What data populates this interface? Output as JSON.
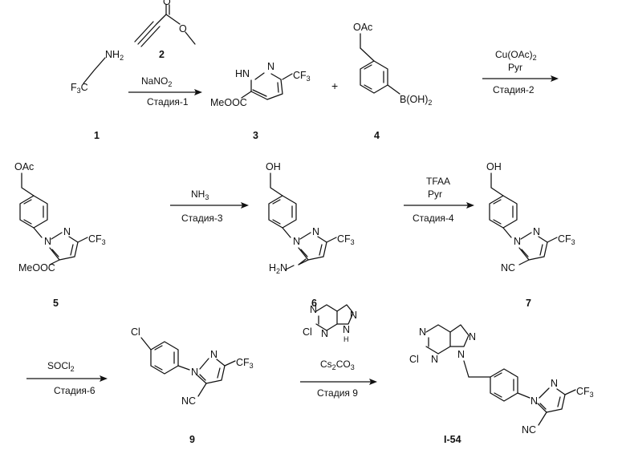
{
  "compounds": [
    {
      "id": "1",
      "label": "1"
    },
    {
      "id": "2",
      "label": "2"
    },
    {
      "id": "3",
      "label": "3"
    },
    {
      "id": "4",
      "label": "4"
    },
    {
      "id": "5",
      "label": "5"
    },
    {
      "id": "6",
      "label": "6"
    },
    {
      "id": "7",
      "label": "7"
    },
    {
      "id": "9",
      "label": "9"
    },
    {
      "id": "I-54",
      "label": "I-54"
    }
  ],
  "plus": "+",
  "atoms": {
    "nh2": "NH",
    "two": "2",
    "f3c": "F",
    "three": "3",
    "c": "C",
    "cf3_c": "CF",
    "hn": "HN",
    "n": "N",
    "meooc": "MeOOC",
    "oac": "OAc",
    "b_oh": "B(OH)",
    "oh": "OH",
    "h2n": "H",
    "n2": "N",
    "nc": "NC",
    "cl": "Cl",
    "h": "H",
    "o": "O"
  },
  "steps": [
    {
      "id": "step1",
      "reagents": [
        "NaNO",
        "2"
      ],
      "stage": "Стадия-1"
    },
    {
      "id": "step2",
      "reagents": [
        "Cu(OAc)",
        "2",
        "Pyr"
      ],
      "stage": "Стадия-2"
    },
    {
      "id": "step3",
      "reagents": [
        "NH",
        "3"
      ],
      "stage": "Стадия-3"
    },
    {
      "id": "step4",
      "reagents": [
        "TFAA",
        "Pyr"
      ],
      "stage": "Стадия-4"
    },
    {
      "id": "step5",
      "reagents": [
        "SOCl",
        "2"
      ],
      "stage": "Стадия-6"
    },
    {
      "id": "step6",
      "reagents": [
        "Cs",
        "2",
        "CO",
        "3"
      ],
      "stage": "Стадия 9"
    }
  ]
}
